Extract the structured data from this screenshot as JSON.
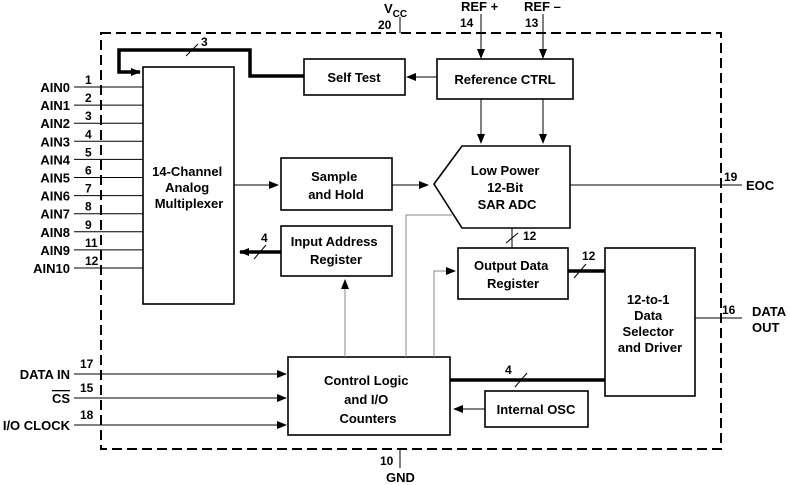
{
  "power": {
    "vcc_label": "V",
    "vcc_sub": "CC",
    "vcc_pin": "20",
    "gnd_label": "GND",
    "gnd_pin": "10"
  },
  "refs": [
    {
      "label": "REF +",
      "pin": "14"
    },
    {
      "label": "REF –",
      "pin": "13"
    }
  ],
  "analog_inputs": [
    {
      "label": "AIN0",
      "pin": "1"
    },
    {
      "label": "AIN1",
      "pin": "2"
    },
    {
      "label": "AIN2",
      "pin": "3"
    },
    {
      "label": "AIN3",
      "pin": "4"
    },
    {
      "label": "AIN4",
      "pin": "5"
    },
    {
      "label": "AIN5",
      "pin": "6"
    },
    {
      "label": "AIN6",
      "pin": "7"
    },
    {
      "label": "AIN7",
      "pin": "8"
    },
    {
      "label": "AIN8",
      "pin": "9"
    },
    {
      "label": "AIN9",
      "pin": "11"
    },
    {
      "label": "AIN10",
      "pin": "12"
    }
  ],
  "digital_inputs": [
    {
      "label": "DATA IN",
      "pin": "17"
    },
    {
      "label": "CS",
      "pin": "15",
      "overbar": true
    },
    {
      "label": "I/O CLOCK",
      "pin": "18"
    }
  ],
  "outputs": {
    "eoc": {
      "label": "EOC",
      "pin": "19"
    },
    "data_out": {
      "label_line1": "DATA",
      "label_line2": "OUT",
      "pin": "16"
    }
  },
  "blocks": {
    "mux": [
      "14-Channel",
      "Analog",
      "Multiplexer"
    ],
    "self_test": [
      "Self Test"
    ],
    "ref_ctrl": [
      "Reference CTRL"
    ],
    "sample_hold": [
      "Sample",
      "and Hold"
    ],
    "adc": [
      "Low Power",
      "12-Bit",
      "SAR ADC"
    ],
    "input_addr": [
      "Input Address",
      "Register"
    ],
    "output_data": [
      "Output Data",
      "Register"
    ],
    "selector": [
      "12-to-1",
      "Data",
      "Selector",
      "and Driver"
    ],
    "control": [
      "Control Logic",
      "and I/O",
      "Counters"
    ],
    "osc": [
      "Internal OSC"
    ]
  },
  "bus_widths": {
    "self_test_bus": "3",
    "addr_bus": "4",
    "adc_bus": "12",
    "out_reg_bus": "12",
    "ctrl_bus": "4"
  }
}
